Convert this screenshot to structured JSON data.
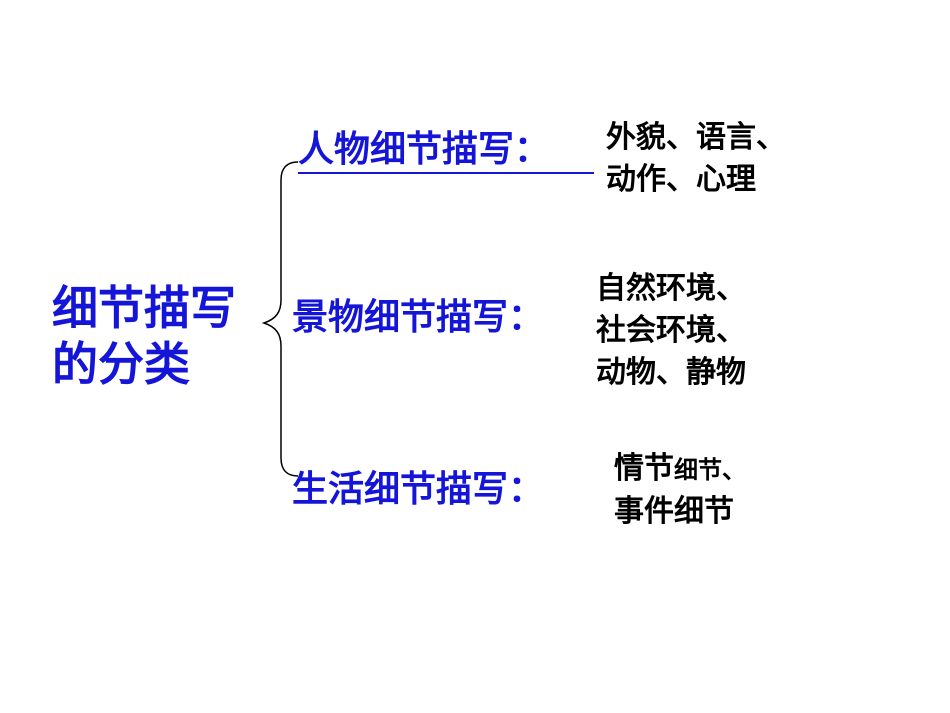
{
  "root": {
    "line1": "细节描写",
    "line2": "的分类"
  },
  "branches": [
    {
      "label": "人物细节描写：",
      "details": [
        "外貌、语言、",
        "动作、心理"
      ]
    },
    {
      "label": "景物细节描写：",
      "details": [
        "自然环境、",
        "社会环境、",
        "动物、静物"
      ]
    },
    {
      "label": "生活细节描写：",
      "details_line1_a": "情节",
      "details_line1_b": "细节、",
      "details_line2": "事件细节"
    }
  ],
  "colors": {
    "branch_text": "#1515d8",
    "detail_text": "#000000",
    "connector": "#000000"
  }
}
